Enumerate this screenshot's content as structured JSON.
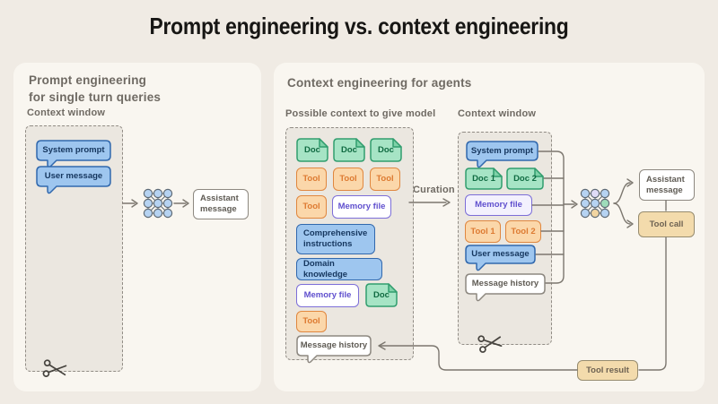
{
  "title": "Prompt engineering vs. context engineering",
  "left_panel": {
    "heading": "Prompt engineering\nfor single turn queries",
    "context_window_label": "Context window",
    "system_prompt": "System prompt",
    "user_message": "User message",
    "assistant_message": "Assistant message"
  },
  "right_panel": {
    "heading": "Context engineering for agents",
    "possible_label": "Possible context to give model",
    "context_window_label": "Context window",
    "curation_label": "Curation",
    "possible": {
      "docs": [
        "Doc",
        "Doc",
        "Doc"
      ],
      "tools_row": [
        "Tool",
        "Tool",
        "Tool"
      ],
      "tool_single": "Tool",
      "memory_file": "Memory file",
      "comprehensive_instructions": "Comprehensive instructions",
      "domain_knowledge": "Domain knowledge",
      "memory_file_2": "Memory file",
      "doc_single": "Doc",
      "tool_single_2": "Tool",
      "message_history": "Message history"
    },
    "window": {
      "system_prompt": "System prompt",
      "doc_1": "Doc 1",
      "doc_2": "Doc 2",
      "memory_file": "Memory file",
      "tool_1": "Tool 1",
      "tool_2": "Tool 2",
      "user_message": "User message",
      "message_history": "Message history"
    },
    "outputs": {
      "assistant_message": "Assistant message",
      "tool_call": "Tool call",
      "tool_result": "Tool result"
    }
  },
  "palette": {
    "page_bg": "#f0ebe4",
    "card_bg": "#f9f6f0",
    "blue_fill": "#9ec6ef",
    "blue_border": "#3168ad",
    "green_fill": "#a6e4c5",
    "green_border": "#319d6e",
    "orange_fill": "#fbd7aa",
    "orange_border": "#e0873f",
    "purple_border": "#7c6ed8",
    "tan_fill": "#f3dbac",
    "connector_line": "#7c776f"
  }
}
